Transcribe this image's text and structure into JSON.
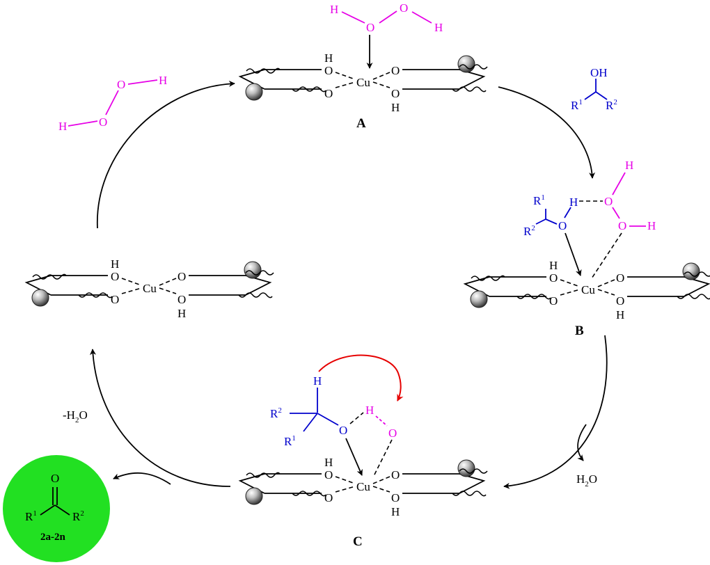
{
  "colors": {
    "black": "#000000",
    "peroxide": "#e600e6",
    "alcohol": "#0000cc",
    "curved_arrow": "#e60000",
    "product_fill": "#22e022"
  },
  "atoms": {
    "H": "H",
    "O": "O",
    "Cu": "Cu",
    "OH": "OH",
    "R": "R",
    "sup1": "1",
    "sup2": "2"
  },
  "labels": {
    "A": "A",
    "B": "B",
    "C": "C"
  },
  "byproducts": {
    "minus_water_prefix": "-H",
    "water_prefix": "H",
    "water_sub": "2",
    "water_suffix": "O"
  },
  "product": {
    "label": "2a-2n"
  }
}
